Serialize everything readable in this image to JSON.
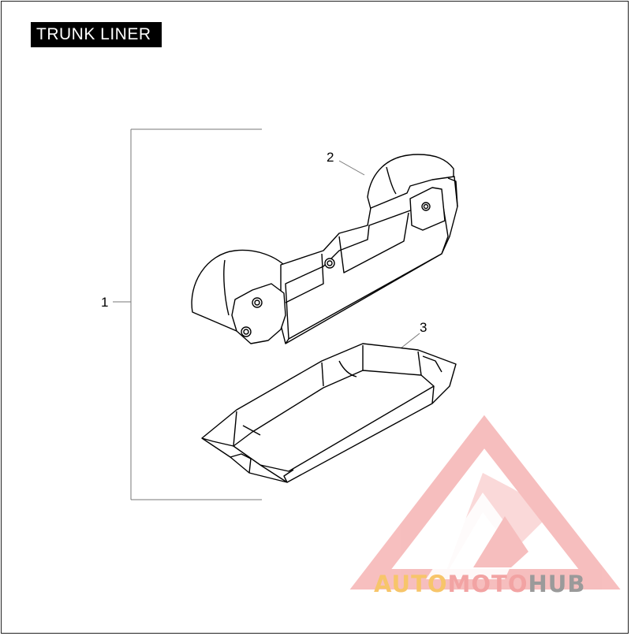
{
  "title": "TRUNK LINER",
  "callouts": {
    "assembly": "1",
    "upper_liner": "2",
    "lower_tray": "3"
  },
  "watermark": {
    "part1": "AUTO",
    "part2": "MOTO",
    "part3": "HUB",
    "colors": {
      "triangle": "#f08a8a",
      "auto": "#f7c56a",
      "moto": "#f2a3a3",
      "hub": "#9a9a9a"
    }
  }
}
